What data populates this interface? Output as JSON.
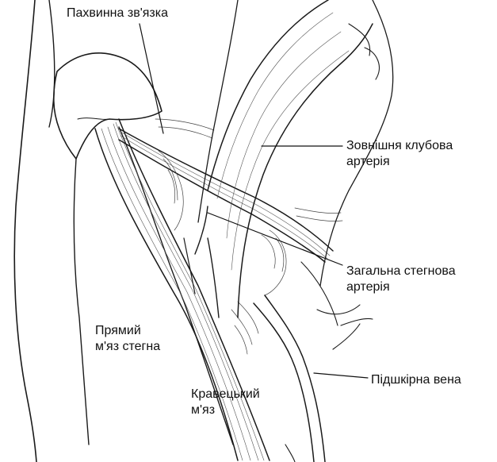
{
  "labels": {
    "inguinal_ligament": "Пахвинна зв'язка",
    "external_iliac_artery": [
      "Зовнішня клубова",
      "артерія"
    ],
    "common_femoral_artery": [
      "Загальна стегнова",
      "артерія"
    ],
    "saphenous_vein": "Підшкірна вена",
    "rectus_femoris": [
      "Прямий",
      "м'яз стегна"
    ],
    "sartorius": [
      "Кравецький",
      "м'яз"
    ]
  },
  "colors": {
    "ink": "#111111",
    "shade": "#555555",
    "paper": "#ffffff"
  }
}
